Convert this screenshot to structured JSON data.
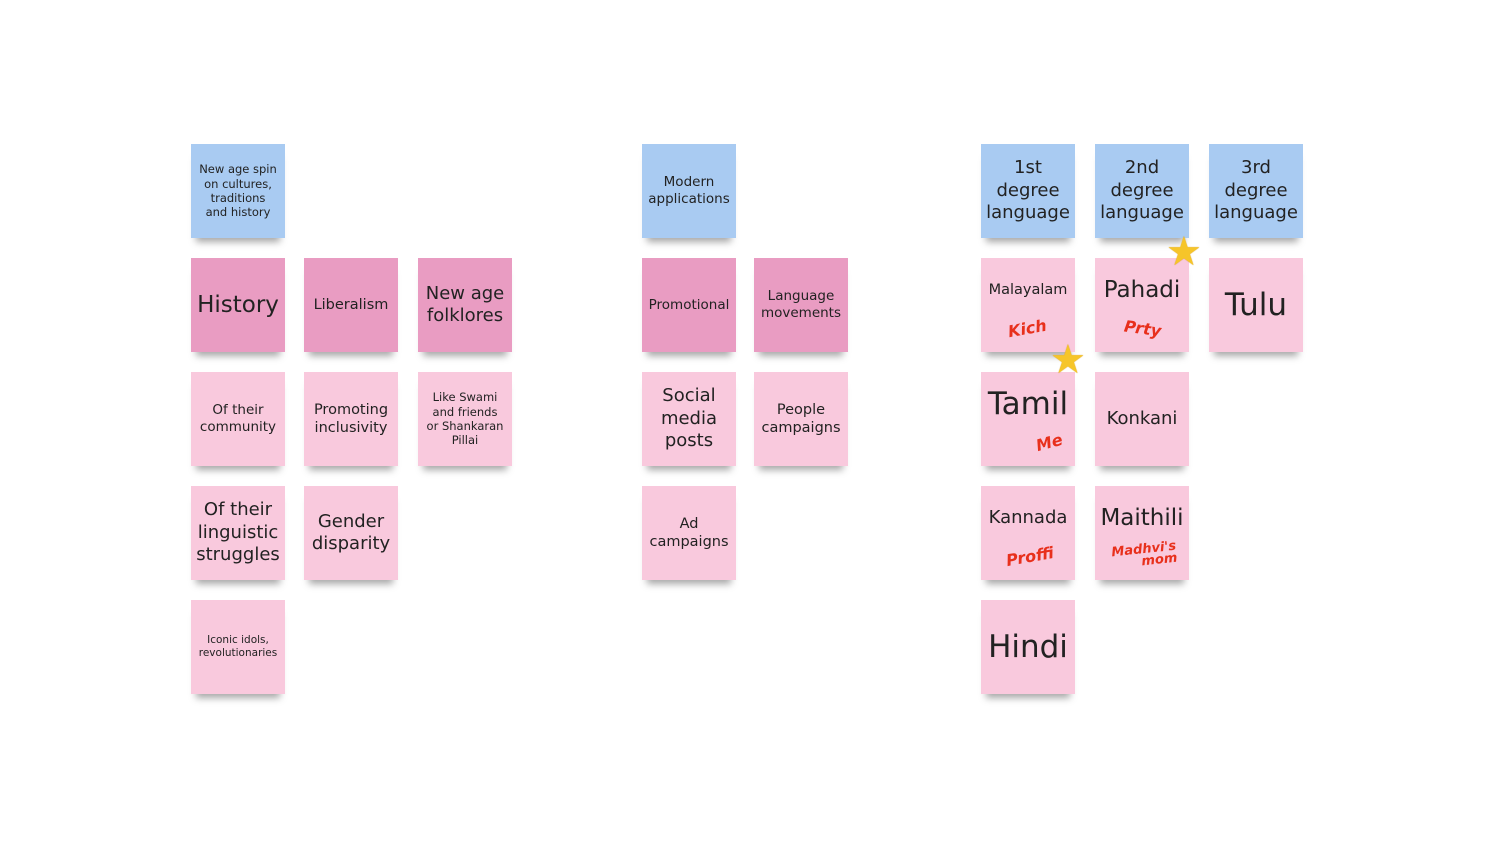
{
  "groups": [
    {
      "header": "New age spin\non cultures,\ntraditions\nand history",
      "notes": [
        "History",
        "Liberalism",
        "New age\nfolklores",
        "Of their\ncommunity",
        "Promoting\ninclusivity",
        "Like Swami\nand friends\nor Shankaran\nPillai",
        "Of their\nlinguistic\nstruggles",
        "Gender\ndisparity",
        "Iconic idols,\nrevolutionaries"
      ]
    },
    {
      "header": "Modern\napplications",
      "notes": [
        "Promotional",
        "Language\nmovements",
        "Social\nmedia\nposts",
        "People\ncampaigns",
        "Ad\ncampaigns"
      ]
    },
    {
      "headers": [
        "1st\ndegree\nlanguage",
        "2nd\ndegree\nlanguage",
        "3rd\ndegree\nlanguage"
      ],
      "notes": [
        "Malayalam",
        "Pahadi",
        "Tulu",
        "Tamil",
        "Konkani",
        "Kannada",
        "Maithili",
        "Hindi"
      ],
      "signatures": [
        "Kich",
        "Prty",
        "Me",
        "Proffi",
        "Madhvi's\nmom"
      ]
    }
  ],
  "colors": {
    "blue": "#a9cbf2",
    "dark_pink": "#e99cc2",
    "light_pink": "#f9c9dd",
    "signature": "#e8301c",
    "star": "#f6c52a"
  },
  "icons": [
    "star-icon"
  ]
}
